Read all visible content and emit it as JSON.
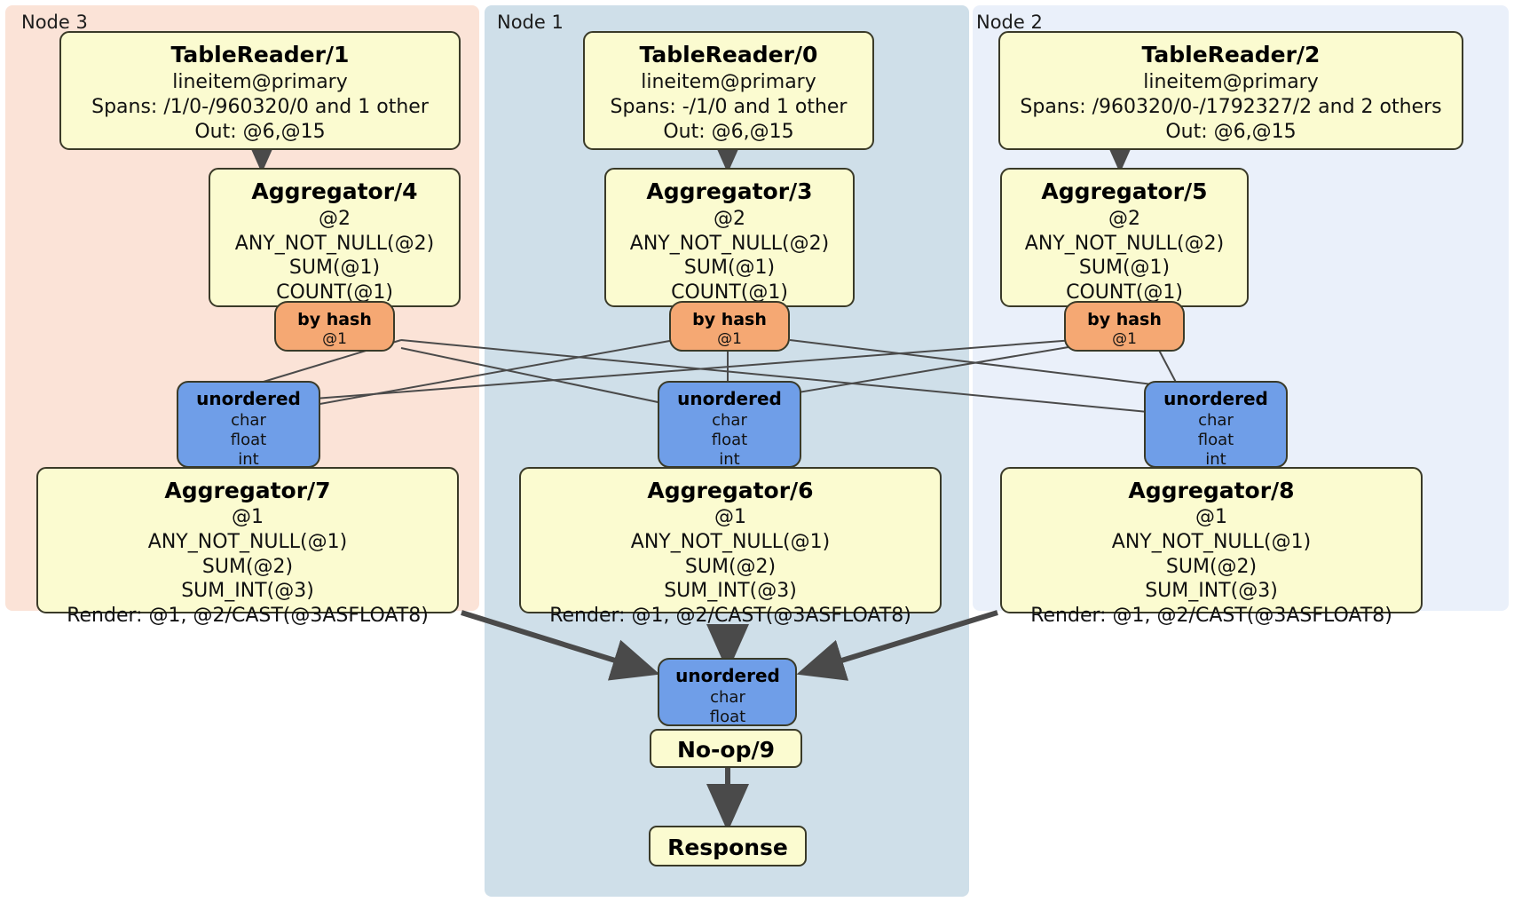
{
  "diagram": {
    "title": "Distributed query plan",
    "colors": {
      "node3_panel": "#fbe3d7",
      "node1_panel": "#cfdfe9",
      "node2_panel": "#eaf0fa",
      "processor": "#fbfbd0",
      "router": "#f5a873",
      "synchronizer": "#6f9ee8",
      "edge": "#4a4a4a",
      "border": "#3a3a28"
    }
  },
  "panels": [
    {
      "id": "node3",
      "label": "Node 3"
    },
    {
      "id": "node1",
      "label": "Node 1"
    },
    {
      "id": "node2",
      "label": "Node 2"
    }
  ],
  "readers": {
    "node3": {
      "title": "TableReader/1",
      "table": "lineitem@primary",
      "spans": "Spans: /1/0-/960320/0 and 1 other",
      "out": "Out: @6,@15"
    },
    "node1": {
      "title": "TableReader/0",
      "table": "lineitem@primary",
      "spans": "Spans: -/1/0 and 1 other",
      "out": "Out: @6,@15"
    },
    "node2": {
      "title": "TableReader/2",
      "table": "lineitem@primary",
      "spans": "Spans: /960320/0-/1792327/2 and 2 others",
      "out": "Out: @6,@15"
    }
  },
  "stage1_aggregators": {
    "node3": {
      "title": "Aggregator/4",
      "group": "@2",
      "agg1": "ANY_NOT_NULL(@2)",
      "agg2": "SUM(@1)",
      "agg3": "COUNT(@1)"
    },
    "node1": {
      "title": "Aggregator/3",
      "group": "@2",
      "agg1": "ANY_NOT_NULL(@2)",
      "agg2": "SUM(@1)",
      "agg3": "COUNT(@1)"
    },
    "node2": {
      "title": "Aggregator/5",
      "group": "@2",
      "agg1": "ANY_NOT_NULL(@2)",
      "agg2": "SUM(@1)",
      "agg3": "COUNT(@1)"
    }
  },
  "routers": {
    "node3": {
      "title": "by hash",
      "column": "@1"
    },
    "node1": {
      "title": "by hash",
      "column": "@1"
    },
    "node2": {
      "title": "by hash",
      "column": "@1"
    }
  },
  "synchronizers": {
    "node3": {
      "title": "unordered",
      "types": [
        "char",
        "float",
        "int"
      ]
    },
    "node1": {
      "title": "unordered",
      "types": [
        "char",
        "float",
        "int"
      ]
    },
    "node2": {
      "title": "unordered",
      "types": [
        "char",
        "float",
        "int"
      ]
    },
    "final": {
      "title": "unordered",
      "types": [
        "char",
        "float"
      ]
    }
  },
  "stage2_aggregators": {
    "node3": {
      "title": "Aggregator/7",
      "group": "@1",
      "agg1": "ANY_NOT_NULL(@1)",
      "agg2": "SUM(@2)",
      "agg3": "SUM_INT(@3)",
      "render": "Render: @1, @2/CAST(@3ASFLOAT8)"
    },
    "node1": {
      "title": "Aggregator/6",
      "group": "@1",
      "agg1": "ANY_NOT_NULL(@1)",
      "agg2": "SUM(@2)",
      "agg3": "SUM_INT(@3)",
      "render": "Render: @1, @2/CAST(@3ASFLOAT8)"
    },
    "node2": {
      "title": "Aggregator/8",
      "group": "@1",
      "agg1": "ANY_NOT_NULL(@1)",
      "agg2": "SUM(@2)",
      "agg3": "SUM_INT(@3)",
      "render": "Render: @1, @2/CAST(@3ASFLOAT8)"
    }
  },
  "output": {
    "noop": "No-op/9",
    "response": "Response"
  }
}
